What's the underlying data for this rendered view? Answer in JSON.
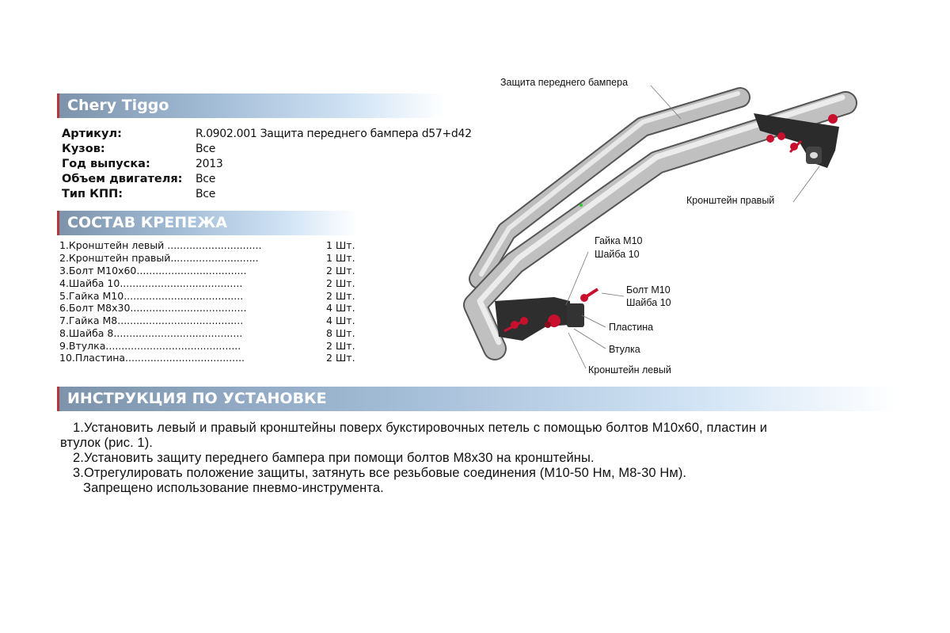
{
  "header": {
    "title": "Chery Tiggo"
  },
  "specs": [
    {
      "key": "Артикул:",
      "value": "R.0902.001  Защита переднего бампера d57+d42"
    },
    {
      "key": "Кузов:",
      "value": "Все"
    },
    {
      "key": "Год выпуска:",
      "value": "2013"
    },
    {
      "key": "Объем двигателя:",
      "value": "Все"
    },
    {
      "key": "Тип КПП:",
      "value": "Все"
    }
  ],
  "fasteners": {
    "title": "СОСТАВ КРЕПЕЖА",
    "items": [
      {
        "name": "1.Кронштейн левый ..............................",
        "qty": "1 Шт."
      },
      {
        "name": "2.Кронштейн правый............................",
        "qty": "1 Шт."
      },
      {
        "name": "3.Болт М10х60...................................",
        "qty": "2 Шт."
      },
      {
        "name": "4.Шайба 10.......................................",
        "qty": "2 Шт."
      },
      {
        "name": "5.Гайка М10......................................",
        "qty": "2 Шт."
      },
      {
        "name": "6.Болт М8х30.....................................",
        "qty": "4 Шт."
      },
      {
        "name": "7.Гайка М8........................................",
        "qty": "4 Шт."
      },
      {
        "name": "8.Шайба 8.........................................",
        "qty": "8 Шт."
      },
      {
        "name": "9.Втулка...........................................",
        "qty": "2 Шт."
      },
      {
        "name": "10.Пластина......................................",
        "qty": "2 Шт."
      }
    ]
  },
  "instructions": {
    "title": "ИНСТРУКЦИЯ ПО УСТАНОВКЕ",
    "lines": [
      "1.Установить левый и правый  кронштейны поверх букстировочных петель с помощью болтов М10х60, пластин и",
      "втулок (рис. 1).",
      "2.Установить защиту переднего бампера при помощи болтов М8х30 на кронштейны.",
      "3.Отрегулировать положение защиты, затянуть все резьбовые соединения (М10-50 Нм, М8-30 Нм).",
      "Запрещено использование пневмо-инструмента."
    ]
  },
  "diagram": {
    "labels": {
      "bumper": "Защита переднего бампера",
      "right_bracket": "Кронштейн правый",
      "nut": "Гайка М10",
      "washer_top": "Шайба 10",
      "bolt": "Болт М10",
      "washer_bolt": "Шайба 10",
      "plate": "Пластина",
      "bushing": "Втулка",
      "left_bracket": "Кронштейн левый"
    }
  },
  "colors": {
    "accent_bar": "#b4373c",
    "band": "#7c93ab",
    "bolt": "#c8102e"
  }
}
